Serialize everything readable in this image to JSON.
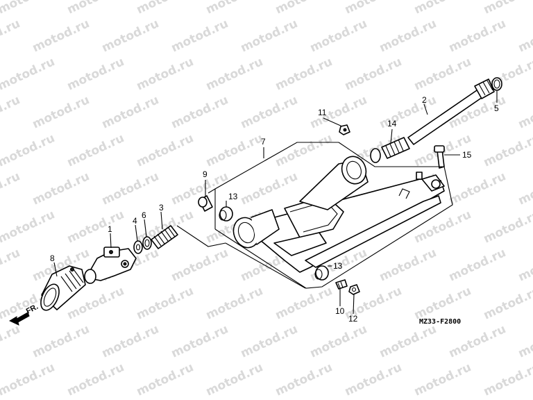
{
  "watermark": "motod.ru",
  "diagram_code": "MZ33-F2800",
  "front_label": "FR.",
  "callouts": {
    "c1": "1",
    "c2": "2",
    "c3": "3",
    "c4": "4",
    "c5": "5",
    "c6": "6",
    "c7": "7",
    "c8": "8",
    "c9": "9",
    "c10": "10",
    "c11": "11",
    "c12": "12",
    "c13a": "13",
    "c13b": "13",
    "c14": "14",
    "c15": "15"
  }
}
